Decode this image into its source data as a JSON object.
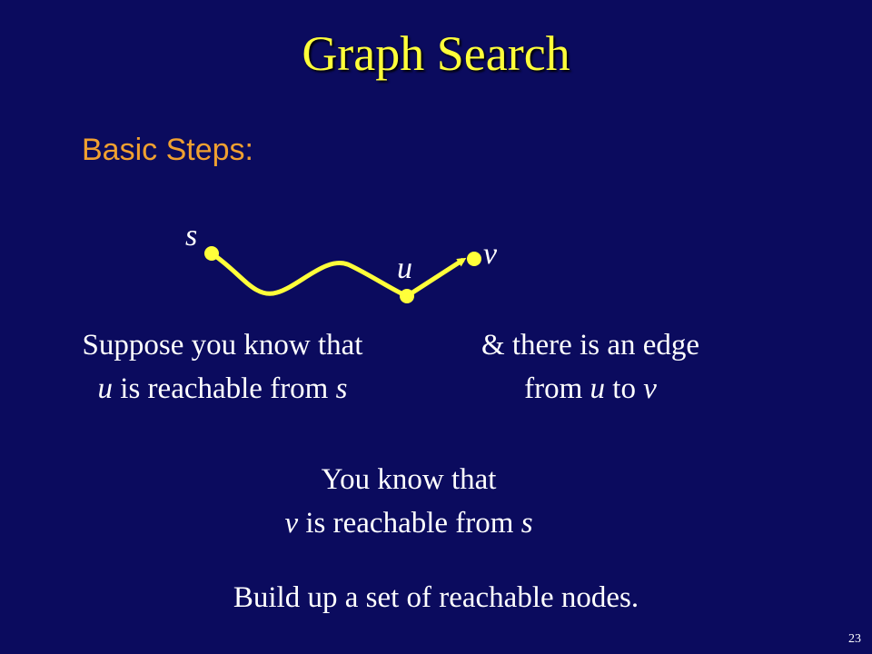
{
  "title": "Graph Search",
  "subtitle": "Basic Steps:",
  "nodes": {
    "s": "s",
    "u": "u",
    "v": "v"
  },
  "left_block": {
    "line1": "Suppose you know that",
    "line2_var1": "u",
    "line2_text": " is reachable from ",
    "line2_var2": "s"
  },
  "right_block": {
    "line1": "& there is an edge",
    "line2_pre": "from ",
    "line2_var1": "u",
    "line2_mid": " to ",
    "line2_var2": "v"
  },
  "conclusion": {
    "line1": "You know that",
    "line2_var1": "v",
    "line2_text": " is reachable from ",
    "line2_var2": "s"
  },
  "summary": "Build up a set of reachable nodes.",
  "slide_number": "23",
  "colors": {
    "background": "#0b0b5e",
    "title": "#ffff3a",
    "subtitle": "#f0a030",
    "edge": "#ffff3a"
  }
}
